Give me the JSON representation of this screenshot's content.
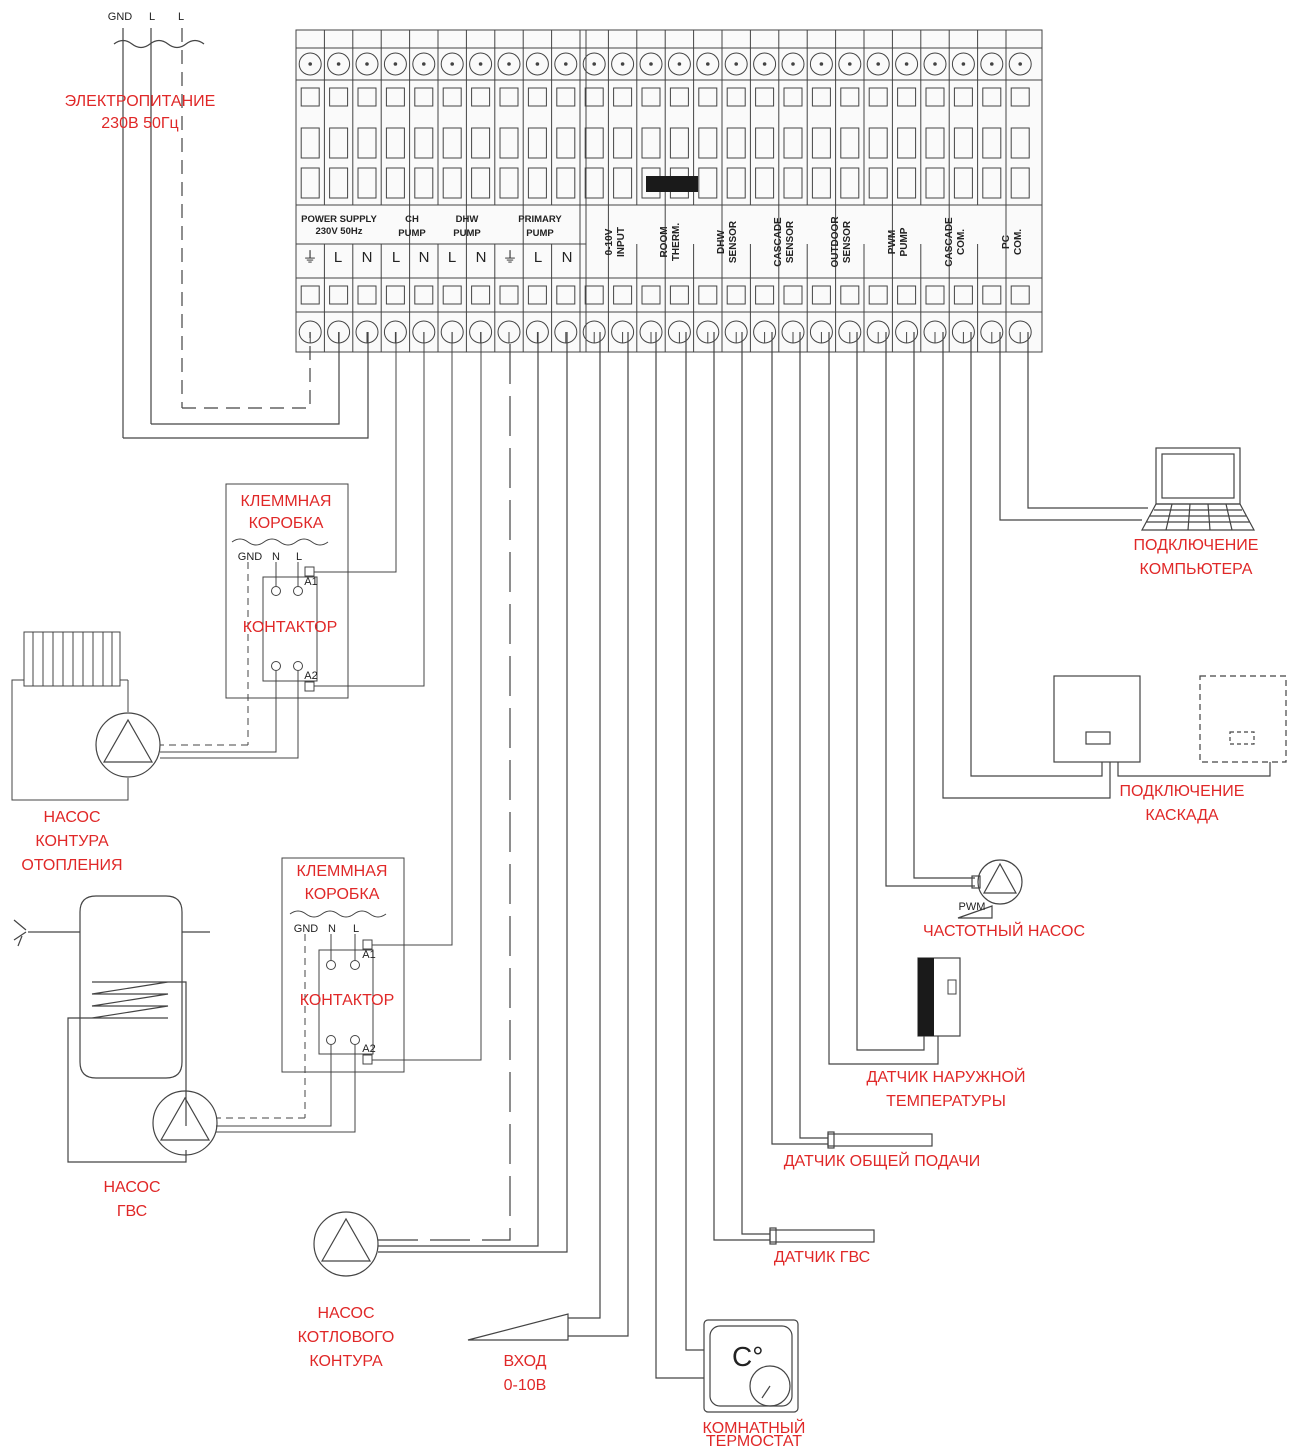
{
  "labels": {
    "power_supply": [
      "ЭЛЕКТРОПИТАНИЕ",
      "230В 50Гц"
    ],
    "junction_box": [
      "КЛЕММНАЯ",
      "КОРОБКА"
    ],
    "contactor": "КОНТАКТОР",
    "ch_pump": [
      "НАСОС",
      "КОНТУРА",
      "ОТОПЛЕНИЯ"
    ],
    "dhw_pump": [
      "НАСОС",
      "ГВС"
    ],
    "primary_pump": [
      "НАСОС",
      "КОТЛОВОГО",
      "КОНТУРА"
    ],
    "input_010": [
      "ВХОД",
      "0-10В"
    ],
    "room_thermostat": [
      "КОМНАТНЫЙ",
      "ТЕРМОСТАТ"
    ],
    "pc_connection": [
      "ПОДКЛЮЧЕНИЕ",
      "КОМПЬЮТЕРА"
    ],
    "cascade_connection": [
      "ПОДКЛЮЧЕНИЕ",
      "КАСКАДА"
    ],
    "pwm_pump": "ЧАСТОТНЫЙ НАСОС",
    "outdoor_sensor": [
      "ДАТЧИК НАРУЖНОЙ",
      "ТЕМПЕРАТУРЫ"
    ],
    "cascade_sensor": "ДАТЧИК ОБЩЕЙ ПОДАЧИ",
    "dhw_sensor": "ДАТЧИК ГВС"
  },
  "wire_labels": {
    "gnd": "GND",
    "l": "L",
    "n": "N",
    "a1": "A1",
    "a2": "A2",
    "pwm": "PWM",
    "thermo_symbol": "C°"
  },
  "terminal_groups": {
    "power_supply": [
      "POWER SUPPLY",
      "230V 50Hz"
    ],
    "ch_pump": [
      "CH",
      "PUMP"
    ],
    "dhw_pump": [
      "DHW",
      "PUMP"
    ],
    "primary_pump": [
      "PRIMARY",
      "PUMP"
    ],
    "input_010": [
      "0-10V",
      "INPUT"
    ],
    "room_therm": [
      "ROOM",
      "THERM."
    ],
    "dhw_sensor": [
      "DHW",
      "SENSOR"
    ],
    "cascade_sensor": [
      "CASCADE",
      "SENSOR"
    ],
    "outdoor_sensor": [
      "OUTDOOR",
      "SENSOR"
    ],
    "pwm_pump": [
      "PWM",
      "PUMP"
    ],
    "cascade_com": [
      "CASCADE",
      "COM."
    ],
    "pc_com": [
      "PC",
      "COM."
    ]
  },
  "power_terminals": [
    "⏚",
    "L",
    "N",
    "L",
    "N",
    "L",
    "N",
    "⏚",
    "L",
    "N"
  ],
  "colors": {
    "label_red": "#e02828",
    "line": "#333333"
  },
  "icons": [
    "radiator-icon",
    "pump-icon",
    "tank-icon",
    "faucet-icon",
    "laptop-icon",
    "thermostat-icon",
    "sensor-probe-icon",
    "controller-icon"
  ]
}
